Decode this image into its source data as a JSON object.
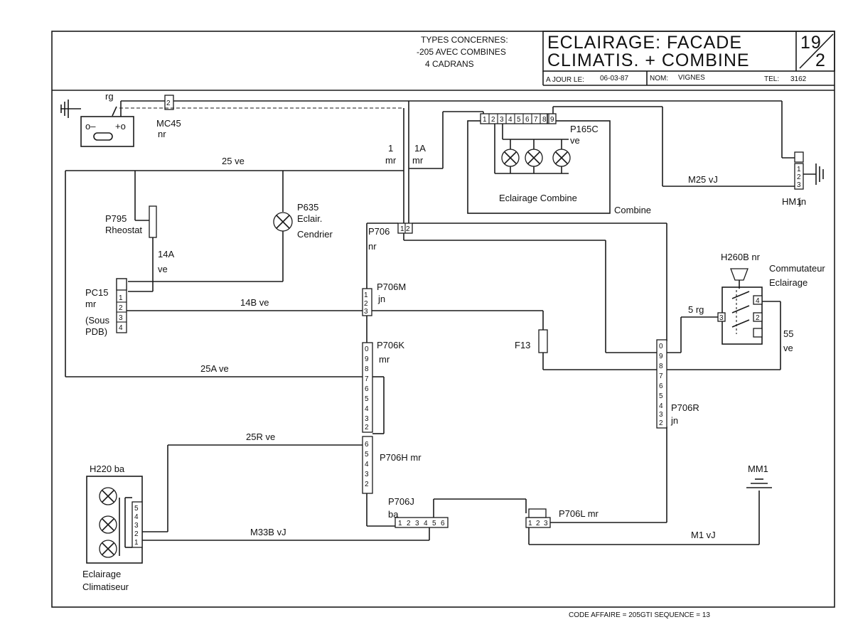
{
  "header": {
    "types_line1": "TYPES CONCERNES:",
    "types_line2": "-205 AVEC COMBINES",
    "types_line3": "4 CADRANS",
    "title_line1": "ECLAIRAGE: FACADE",
    "title_line2": "CLIMATIS. + COMBINE",
    "sheet_number": "19",
    "sheet_sub": "2",
    "date_label": "A JOUR LE:",
    "date_value": "06-03-87",
    "name_label": "NOM:",
    "name_value": "VIGNES",
    "tel_label": "TEL:",
    "tel_value": "3162"
  },
  "components": {
    "battery_wire": "rg",
    "mc45": "MC45",
    "mc45_color": "nr",
    "p795": "P795",
    "p795_desc": "Rheostat",
    "p635": "P635",
    "p635_desc1": "Eclair.",
    "p635_desc2": "Cendrier",
    "pc15": "PC15",
    "pc15_color": "mr",
    "pc15_note1": "(Sous",
    "pc15_note2": "PDB)",
    "p165c": "P165C",
    "p165c_color": "ve",
    "combine_lamps": "Eclairage Combine",
    "combine": "Combine",
    "hm1": "HM1",
    "hm1_color": "jn",
    "p706": "P706",
    "p706_color": "nr",
    "p706m": "P706M",
    "p706m_color": "jn",
    "p706k": "P706K",
    "p706k_color": "mr",
    "p706h": "P706H mr",
    "p706j": "P706J",
    "p706j_color": "ba",
    "p706l": "P706L mr",
    "p706r": "P706R",
    "p706r_color": "jn",
    "f13": "F13",
    "h260b": "H260B nr",
    "commutateur1": "Commutateur",
    "commutateur2": "Eclairage",
    "h220": "H220 ba",
    "clim1": "Eclairage",
    "clim2": "Climatiseur",
    "mm1": "MM1"
  },
  "wires": {
    "w1": "1",
    "w1_color": "mr",
    "w1a": "1A",
    "w1a_color": "mr",
    "w25": "25 ve",
    "w14a": "14A",
    "w14a_color": "ve",
    "w14b": "14B ve",
    "w25a": "25A ve",
    "w25r": "25R ve",
    "wm33b": "M33B vJ",
    "wm1": "M1 vJ",
    "wm25": "M25 vJ",
    "w5": "5 rg",
    "w55": "55",
    "w55_color": "ve"
  },
  "footer": {
    "code": "CODE AFFAIRE = 205GTI SEQUENCE = 13"
  }
}
